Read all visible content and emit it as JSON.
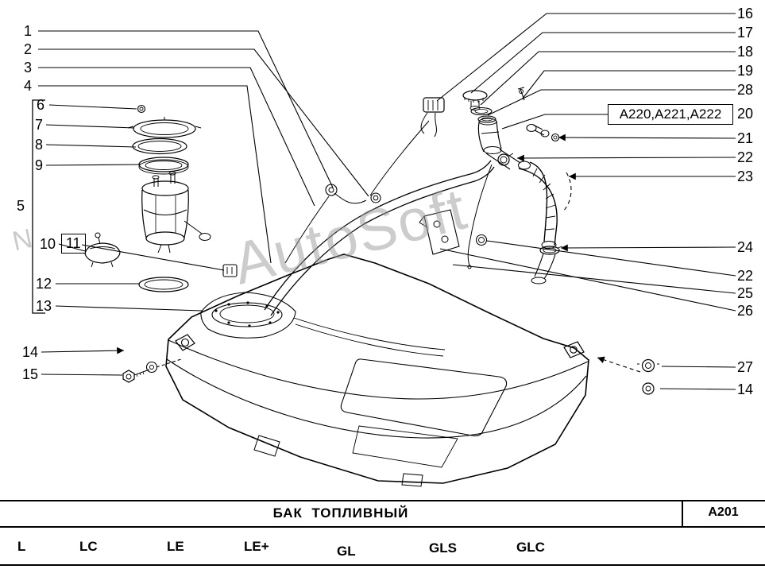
{
  "callouts": {
    "c1": "1",
    "c2": "2",
    "c3": "3",
    "c4": "4",
    "c5": "5",
    "c6": "6",
    "c7": "7",
    "c8": "8",
    "c9": "9",
    "c10": "10",
    "c11": "11",
    "c12": "12",
    "c13": "13",
    "c14": "14",
    "c15": "15",
    "c16": "16",
    "c17": "17",
    "c18": "18",
    "c19": "19",
    "c20": "20",
    "c21": "21",
    "c22a": "22",
    "c23": "23",
    "c24": "24",
    "c22b": "22",
    "c25": "25",
    "c26": "26",
    "c27": "27",
    "c28": "28",
    "c14r": "14"
  },
  "variant_label": "A220,A221,A222",
  "watermark": {
    "main": "AutoSoft",
    "edge": "N"
  },
  "footer": {
    "title": "БАК  ТОПЛИВНЫЙ",
    "code": "A201"
  },
  "trims": [
    "L",
    "LC",
    "LE",
    "LE+",
    "GL",
    "GLS",
    "GLC"
  ]
}
